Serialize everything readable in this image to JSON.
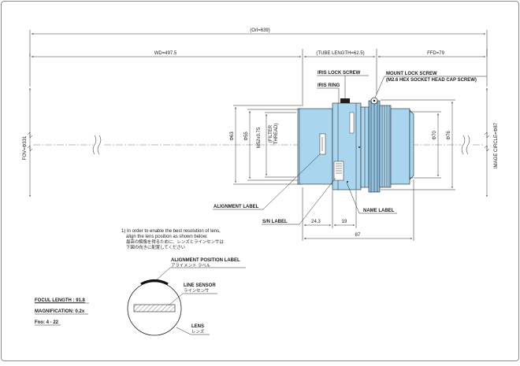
{
  "dimensions": {
    "optical_length": "(O/I=639)",
    "working_distance": "WD=497.5",
    "tube_length": "(TUBE LENGTH=62.5)",
    "flange_focal_distance": "FFD=79",
    "fov": "FOV=Φ331",
    "image_circle": "IMAGE CIRCLE=Φ87",
    "dia_63": "Φ63",
    "dia_55": "Φ55",
    "filter_thread": "M52x0.75",
    "filter_label_1": "(FILTER",
    "filter_label_2": "THREAD)",
    "dia_70": "Φ70",
    "dia_76": "Φ76",
    "len_24_3": "24.3",
    "len_19": "19",
    "len_87": "87"
  },
  "callouts": {
    "iris_lock_screw": "IRIS LOCK SCREW",
    "iris_ring": "IRIS RING",
    "mount_lock_screw_1": "MOUNT LOCK SCREW",
    "mount_lock_screw_2": "(M2.6 HEX SOCKET HEAD CAP SCREW)",
    "alignment_label": "ALIGNMENT LABEL",
    "sn_label": "S/N LABEL",
    "name_label": "NAME LABEL"
  },
  "note": {
    "line1": "1) In order to enable the best resolution of lens,",
    "line2": "align the lens position as shown below.",
    "line3": "最高の解像を得るために、レンズとラインセンサは",
    "line4": "下図の向きに配置してください"
  },
  "detail": {
    "alignment_position_label": "ALIGNMENT POSITION LABEL",
    "alignment_position_label_jp": "アライメント ラベル",
    "line_sensor": "LINE SENSOR",
    "line_sensor_jp": "ラインセンサ",
    "lens": "LENS",
    "lens_jp": "レンズ"
  },
  "specs": {
    "focal_length": "FOCUL LENGTH : 91.8",
    "magnification": "MAGNIFICATION: 0.2x",
    "fno": "Fno: 4 - 22"
  },
  "colors": {
    "lens_fill": "#a9d5ef",
    "lens_fill_dark": "#8fc2e2",
    "frame_border": "#8a8a8a"
  }
}
